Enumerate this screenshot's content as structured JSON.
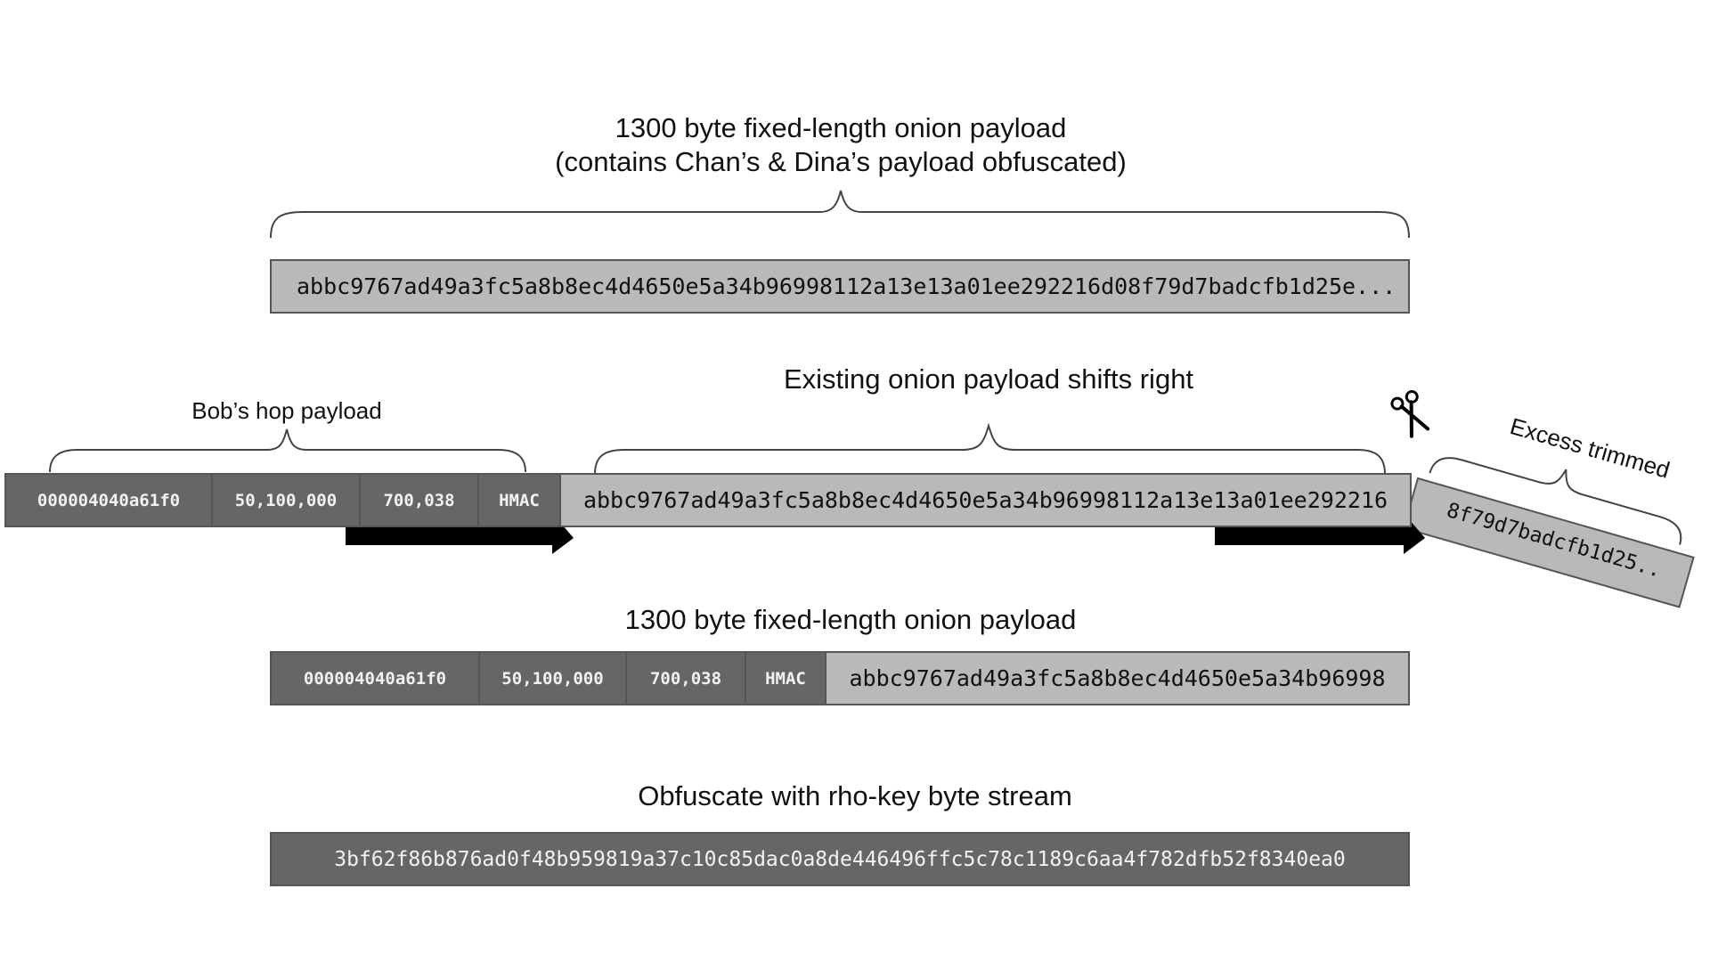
{
  "top": {
    "title_line1": "1300 byte fixed-length onion payload",
    "title_line2": "(contains Chan’s & Dina’s payload obfuscated)",
    "payload_hex": "abbc9767ad49a3fc5a8b8ec4d4650e5a34b96998112a13e13a01ee292216d08f79d7badcfb1d25e..."
  },
  "middle": {
    "bob_label": "Bob’s hop payload",
    "shift_label": "Existing onion payload shifts right",
    "excess_label": "Excess trimmed",
    "fields": [
      "000004040a61f0",
      "50,100,000",
      "700,038",
      "HMAC"
    ],
    "shifted_hex": "abbc9767ad49a3fc5a8b8ec4d4650e5a34b96998112a13e13a01ee292216",
    "trimmed_hex": "8f79d7badcfb1d25..",
    "scissors_icon": "scissors-icon"
  },
  "result": {
    "title": "1300 byte fixed-length onion payload",
    "fields": [
      "000004040a61f0",
      "50,100,000",
      "700,038",
      "HMAC"
    ],
    "payload_hex": "abbc9767ad49a3fc5a8b8ec4d4650e5a34b96998"
  },
  "rho": {
    "title": "Obfuscate with rho-key byte stream",
    "stream_hex": "3bf62f86b876ad0f48b959819a37c10c85dac0a8de446496ffc5c78c1189c6aa4f782dfb52f8340ea0"
  },
  "colors": {
    "light_block": "#b9b9b9",
    "dark_block": "#666666",
    "border": "#555555",
    "arrow": "#000000"
  }
}
